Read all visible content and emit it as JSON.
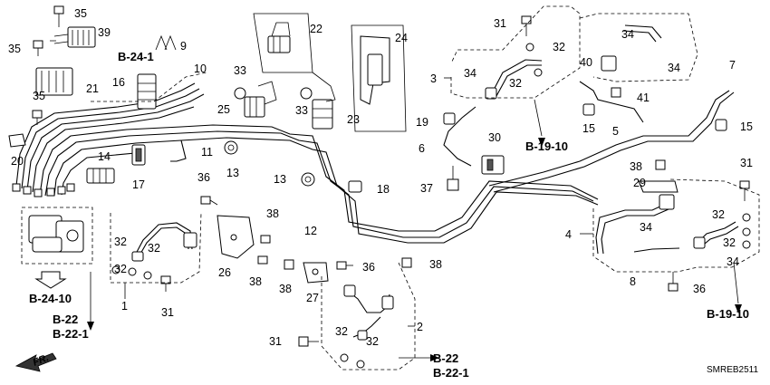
{
  "callouts": {
    "c1": "1",
    "c2": "2",
    "c3": "3",
    "c4": "4",
    "c5": "5",
    "c6": "6",
    "c7": "7",
    "c8": "8",
    "c9": "9",
    "c10": "10",
    "c11": "11",
    "c12": "12",
    "c13a": "13",
    "c13b": "13",
    "c14": "14",
    "c15a": "15",
    "c15b": "15",
    "c16": "16",
    "c17": "17",
    "c18": "18",
    "c19": "19",
    "c20": "20",
    "c21": "21",
    "c22": "22",
    "c23": "23",
    "c24": "24",
    "c25": "25",
    "c26": "26",
    "c27": "27",
    "c29": "29",
    "c30": "30",
    "c31a": "31",
    "c31b": "31",
    "c31c": "31",
    "c31d": "31",
    "c32a": "32",
    "c32b": "32",
    "c32c": "32",
    "c32d": "32",
    "c32e": "32",
    "c32f": "32",
    "c32g": "32",
    "c32h": "32",
    "c32i": "32",
    "c33a": "33",
    "c33b": "33",
    "c34a": "34",
    "c34b": "34",
    "c34c": "34",
    "c34d": "34",
    "c34e": "34",
    "c35a": "35",
    "c35b": "35",
    "c35c": "35",
    "c36a": "36",
    "c36b": "36",
    "c36c": "36",
    "c37": "37",
    "c38a": "38",
    "c38b": "38",
    "c38c": "38",
    "c38d": "38",
    "c38e": "38",
    "c39": "39",
    "c40": "40",
    "c41": "41"
  },
  "refs": {
    "b24_1": "B-24-1",
    "b24_10": "B-24-10",
    "b22_left": "B-22",
    "b22_1_left": "B-22-1",
    "b19_10_mid": "B-19-10",
    "b19_10_right": "B-19-10",
    "b22_bottom": "B-22",
    "b22_1_bottom": "B-22-1"
  },
  "direction_label": "FR.",
  "diagram_code": "SMREB2511"
}
